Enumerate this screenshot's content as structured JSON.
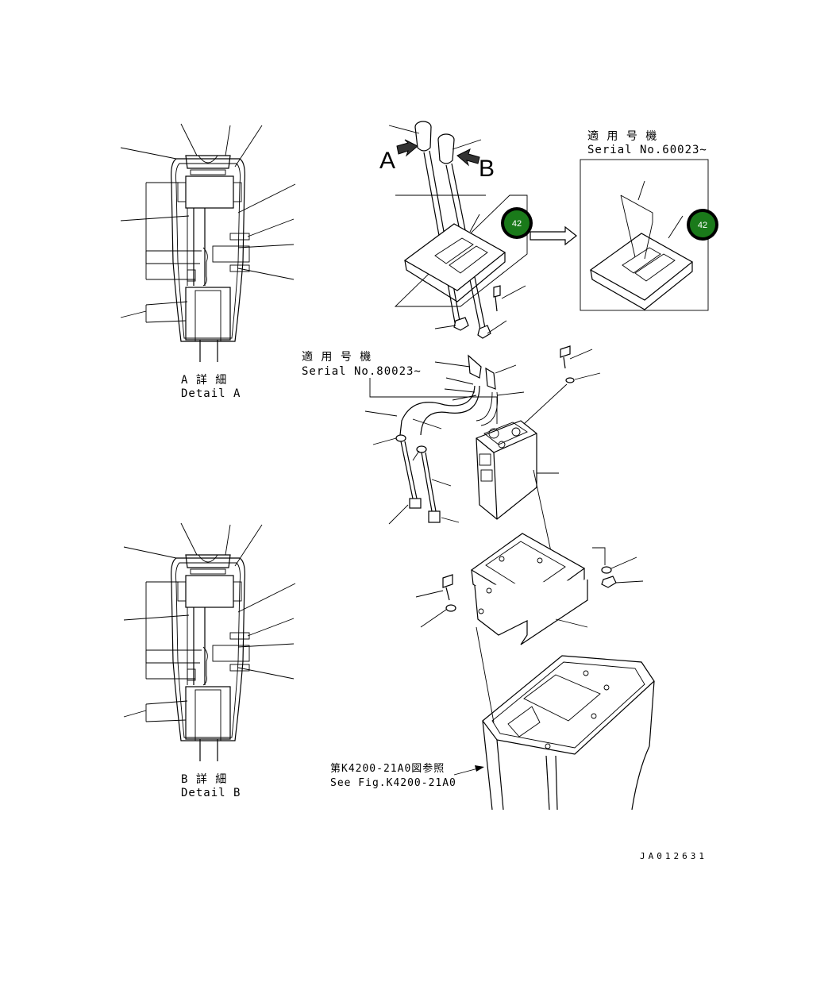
{
  "detail_a": {
    "line1": "A 詳 細",
    "line2": "Detail A"
  },
  "detail_b": {
    "line1": "B 詳 細",
    "line2": "Detail B"
  },
  "view_a_letter": "A",
  "view_b_letter": "B",
  "serial_top": {
    "line1": "適 用 号 機",
    "line2": "Serial No.60023~"
  },
  "serial_mid": {
    "line1": "適 用 号 機",
    "line2": "Serial No.80023~"
  },
  "reference": {
    "line1": "第K4200-21A0図参照",
    "line2": "See Fig.K4200-21A0"
  },
  "badges": [
    {
      "label": "42"
    },
    {
      "label": "42"
    }
  ],
  "drawing_id": "JA012631",
  "colors": {
    "badge_fill": "#1a7a1a",
    "badge_ring": "#000000",
    "line": "#000000"
  }
}
